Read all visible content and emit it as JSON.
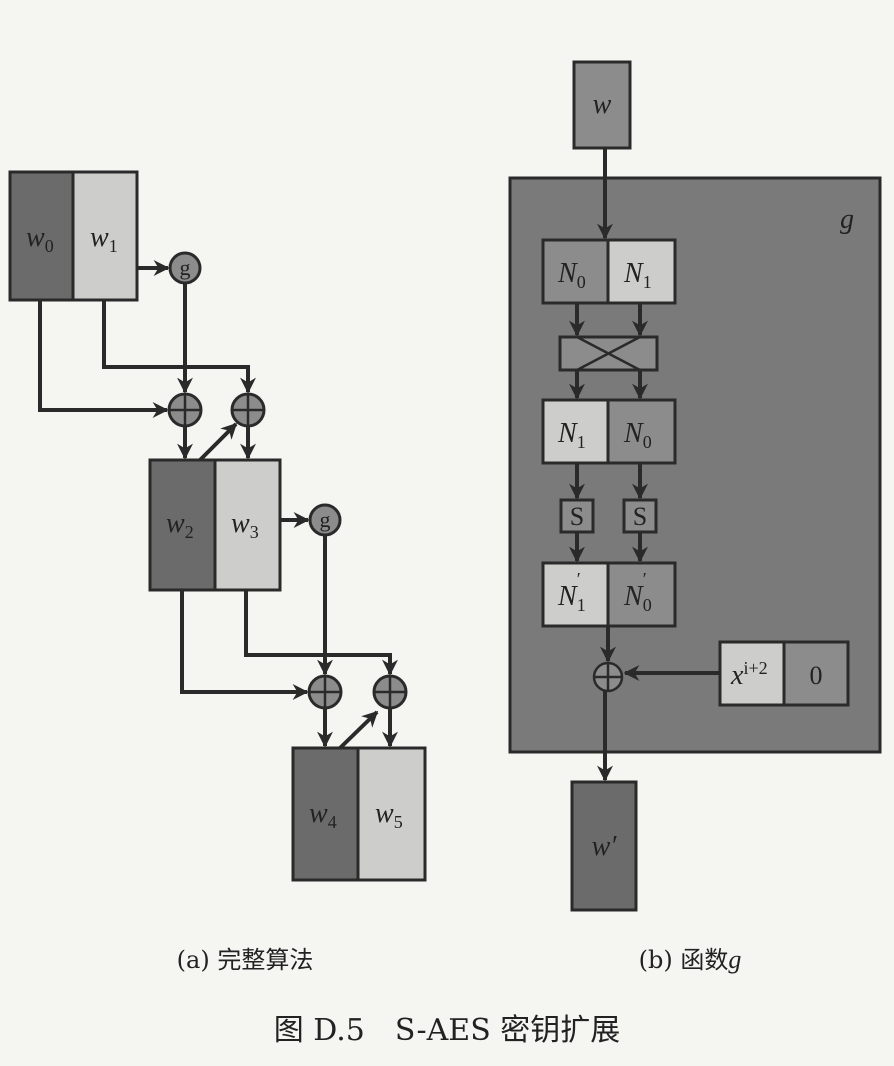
{
  "colors": {
    "dark": "#6b6b6b",
    "light": "#cdcdcb",
    "medium": "#8c8c8c",
    "g_box": "#7a7a7a",
    "background": "#f5f5f2"
  },
  "left": {
    "w0": {
      "base": "w",
      "sub": "0"
    },
    "w1": {
      "base": "w",
      "sub": "1"
    },
    "w2": {
      "base": "w",
      "sub": "2"
    },
    "w3": {
      "base": "w",
      "sub": "3"
    },
    "w4": {
      "base": "w",
      "sub": "4"
    },
    "w5": {
      "base": "w",
      "sub": "5"
    },
    "g_label": "g",
    "caption": "(a) 完整算法"
  },
  "right": {
    "w_in": "w",
    "w_out": "w′",
    "g_label": "g",
    "n0": {
      "base": "N",
      "sub": "0"
    },
    "n1": {
      "base": "N",
      "sub": "1"
    },
    "n1b": {
      "base": "N",
      "sub": "1"
    },
    "n0b": {
      "base": "N",
      "sub": "0"
    },
    "s_box": "S",
    "n1p": {
      "base": "N",
      "sub": "1",
      "prime": "′"
    },
    "n0p": {
      "base": "N",
      "sub": "0",
      "prime": "′"
    },
    "rcon": {
      "base": "x",
      "sup": "i+2",
      "zero": "0"
    },
    "caption_prefix": "(b) 函数",
    "caption_g": "g"
  },
  "figure_title": "图 D.5　S-AES 密钥扩展"
}
